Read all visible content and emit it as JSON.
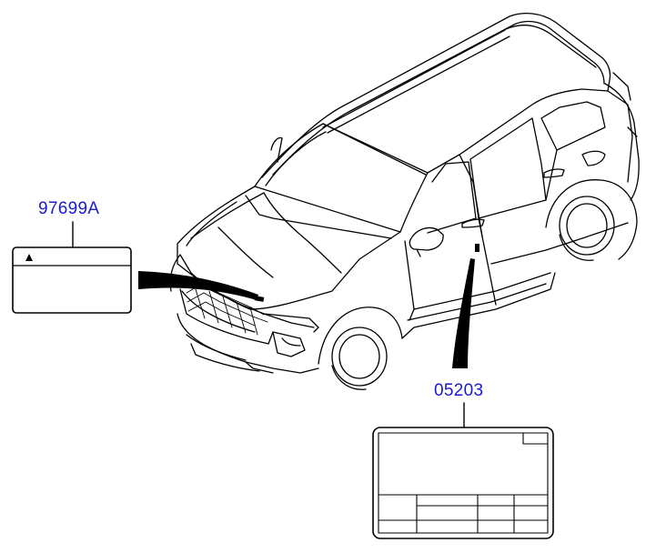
{
  "callouts": [
    {
      "part_number": "97699A",
      "description_ref": "hood-label"
    },
    {
      "part_number": "05203",
      "description_ref": "door-pillar-label"
    }
  ],
  "colors": {
    "part_number_text": "#1a1ad0",
    "line_art": "#000000",
    "background": "#ffffff"
  }
}
